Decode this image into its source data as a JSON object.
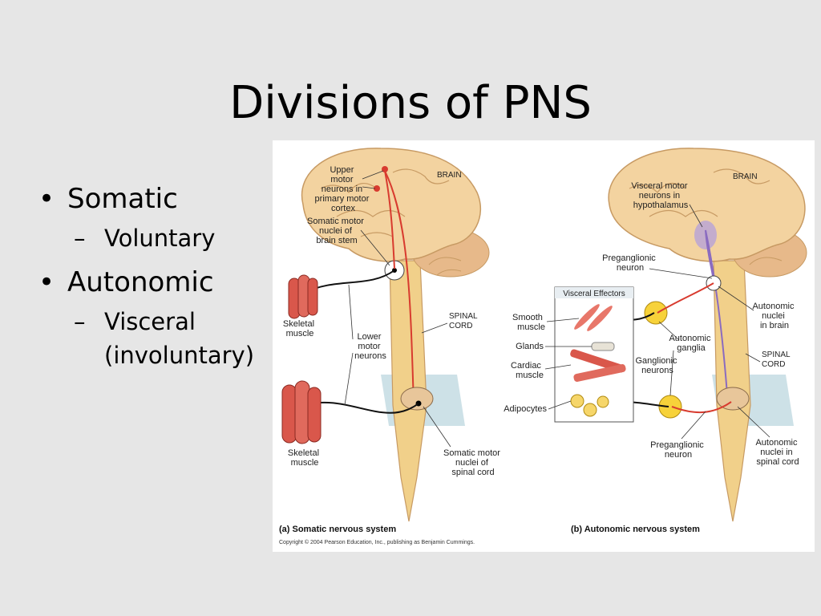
{
  "slide": {
    "title": "Divisions of PNS",
    "bullets": [
      {
        "text": "Somatic",
        "sub": [
          "Voluntary"
        ]
      },
      {
        "text": "Autonomic",
        "sub": [
          "Visceral",
          "(involuntary)"
        ]
      }
    ]
  },
  "figure": {
    "panel_a": {
      "caption": "(a) Somatic nervous system",
      "labels": {
        "upper_motor": [
          "Upper",
          "motor",
          "neurons in",
          "primary motor",
          "cortex"
        ],
        "brain": "BRAIN",
        "somatic_nuclei_stem": [
          "Somatic motor",
          "nuclei of",
          "brain stem"
        ],
        "skeletal_muscle_1": [
          "Skeletal",
          "muscle"
        ],
        "lower_motor": [
          "Lower",
          "motor",
          "neurons"
        ],
        "spinal_cord": [
          "SPINAL",
          "CORD"
        ],
        "skeletal_muscle_2": [
          "Skeletal",
          "muscle"
        ],
        "somatic_nuclei_spinal": [
          "Somatic motor",
          "nuclei of",
          "spinal cord"
        ]
      }
    },
    "panel_b": {
      "caption": "(b) Autonomic nervous system",
      "labels": {
        "visceral_motor": [
          "Visceral motor",
          "neurons in",
          "hypothalamus"
        ],
        "brain": "BRAIN",
        "preganglionic_1": [
          "Preganglionic",
          "neuron"
        ],
        "visceral_effectors": "Visceral Effectors",
        "smooth_muscle": [
          "Smooth",
          "muscle"
        ],
        "glands": "Glands",
        "cardiac_muscle": [
          "Cardiac",
          "muscle"
        ],
        "adipocytes": "Adipocytes",
        "autonomic_nuclei_brain": [
          "Autonomic",
          "nuclei",
          "in brain"
        ],
        "autonomic_ganglia": [
          "Autonomic",
          "ganglia"
        ],
        "ganglionic_neurons": [
          "Ganglionic",
          "neurons"
        ],
        "spinal_cord": [
          "SPINAL",
          "CORD"
        ],
        "preganglionic_2": [
          "Preganglionic",
          "neuron"
        ],
        "autonomic_nuclei_spinal": [
          "Autonomic",
          "nuclei in",
          "spinal cord"
        ]
      }
    },
    "copyright": "Copyright © 2004 Pearson Education, Inc., publishing as Benjamin Cummings.",
    "colors": {
      "brain": "#f3d3a0",
      "brain_outline": "#c79a63",
      "cord": "#f1d08a",
      "motor_neuron": "#d83b2f",
      "hypothalamus": "#b7a3d8",
      "muscle": "#d9574b",
      "ganglion": "#f7d23a"
    }
  }
}
